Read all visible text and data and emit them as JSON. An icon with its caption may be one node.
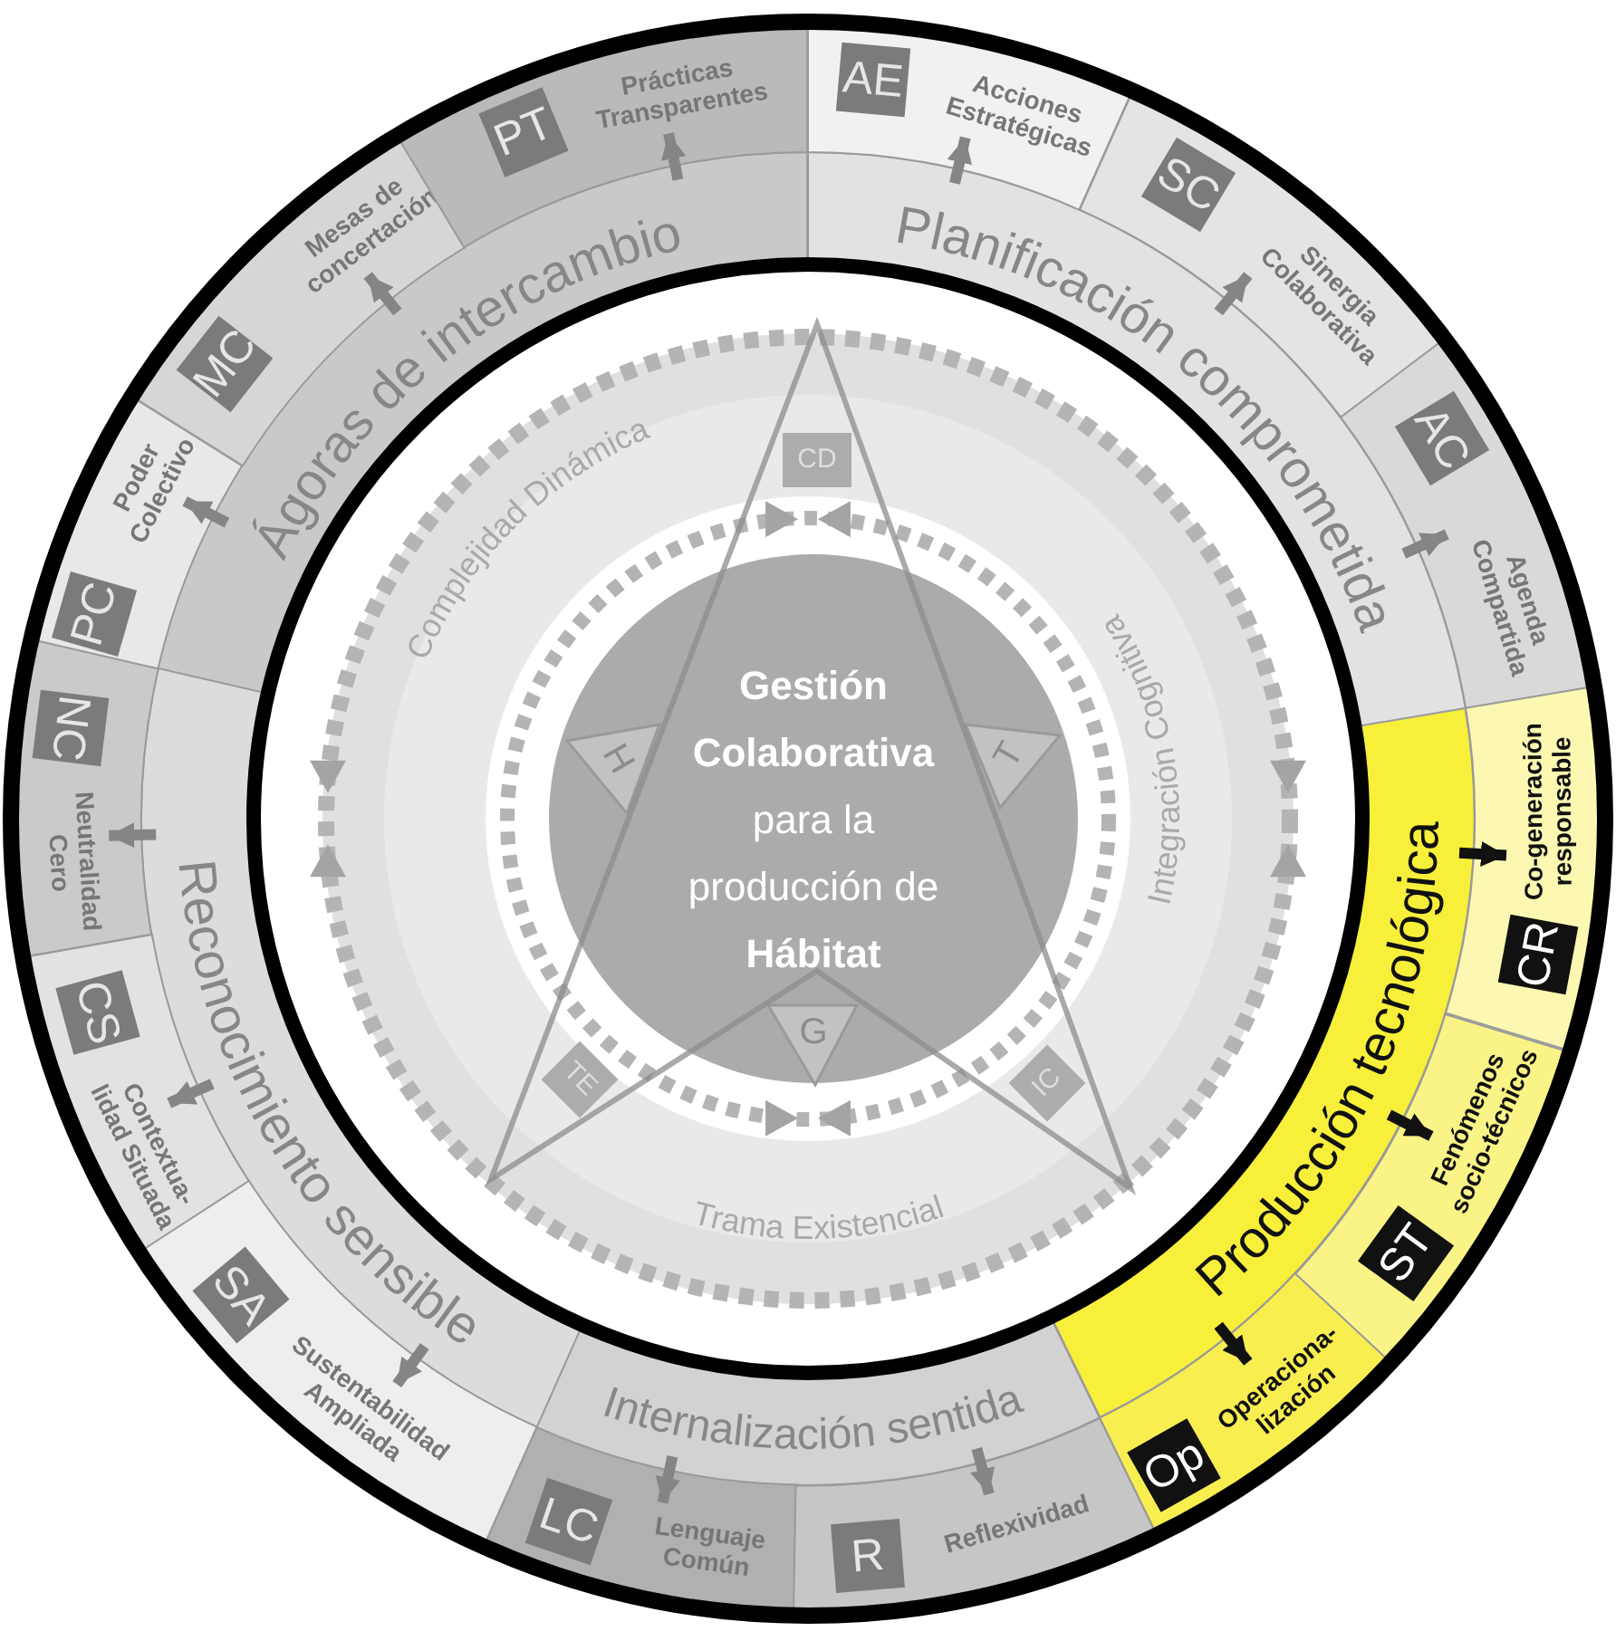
{
  "diagram": {
    "nodes": [
      {
        "text": [
          "Ágoras de intercambio"
        ]
      },
      {
        "text": [
          "PC",
          "Poder Colectivo"
        ]
      },
      {
        "text": [
          "MC",
          "Mesas de concertación"
        ]
      },
      {
        "text": [
          "PT",
          "Prácticas Transparentes"
        ]
      },
      {
        "text": [
          "Planificación comprometida"
        ]
      },
      {
        "text": [
          "AE",
          "Acciones Estratégicas"
        ]
      },
      {
        "text": [
          "SC",
          "Sinergia Colaborativa"
        ]
      },
      {
        "text": [
          "AC",
          "Agenda Compartida"
        ]
      },
      {
        "text": [
          "Producción tecnológica"
        ]
      },
      {
        "text": [
          "CR",
          "Co-generación responsable"
        ]
      },
      {
        "text": [
          "ST",
          "Fenómenos socio-técnicos"
        ]
      },
      {
        "text": [
          "Op",
          "Operaciona- lización"
        ]
      },
      {
        "text": [
          "Internalización sentida"
        ]
      },
      {
        "text": [
          "LC",
          "Lenguaje Común"
        ]
      },
      {
        "text": [
          "R",
          "Reflexividad"
        ]
      },
      {
        "text": [
          "Reconocimiento sensible"
        ]
      },
      {
        "text": [
          "NC",
          "Neutralidad Cero"
        ]
      },
      {
        "text": [
          "CS",
          "Contextua- lidad Situada"
        ]
      },
      {
        "text": [
          "SA",
          "Sustentabilidad Ampliada"
        ]
      },
      {
        "text": [
          "**Gestión Colaborativa** para la producción de **Hábitat**"
        ]
      },
      {
        "text": [
          "H"
        ],
        "in": 19
      },
      {
        "text": [
          "T"
        ],
        "in": 19
      },
      {
        "text": [
          "G"
        ],
        "in": 19
      },
      {
        "text": [
          "CD"
        ]
      },
      {
        "text": [
          "TE"
        ]
      },
      {
        "text": [
          "IC"
        ]
      }
    ],
    "edges": [
      {
        "from": 0,
        "to": 1,
        "arrow": "to"
      },
      {
        "from": 0,
        "to": 2,
        "arrow": "to"
      },
      {
        "from": 0,
        "to": 3,
        "arrow": "to"
      },
      {
        "from": 4,
        "to": 5,
        "arrow": "to"
      },
      {
        "from": 4,
        "to": 6,
        "arrow": "to"
      },
      {
        "from": 4,
        "to": 7,
        "arrow": "to"
      },
      {
        "from": 8,
        "to": 9,
        "arrow": "to",
        "color": "#111111"
      },
      {
        "from": 8,
        "to": 10,
        "arrow": "to",
        "color": "#111111"
      },
      {
        "from": 8,
        "to": 11,
        "arrow": "to",
        "color": "#111111"
      },
      {
        "from": 12,
        "to": 13,
        "arrow": "to"
      },
      {
        "from": 12,
        "to": 14,
        "arrow": "to"
      },
      {
        "from": 15,
        "to": 16,
        "arrow": "to"
      },
      {
        "from": 15,
        "to": 17,
        "arrow": "to"
      },
      {
        "from": 15,
        "to": 18,
        "arrow": "to"
      }
    ],
    "labels": [
      "Complejidad Dinámica",
      "Integración Cognitiva",
      "Trama Existencial"
    ]
  }
}
